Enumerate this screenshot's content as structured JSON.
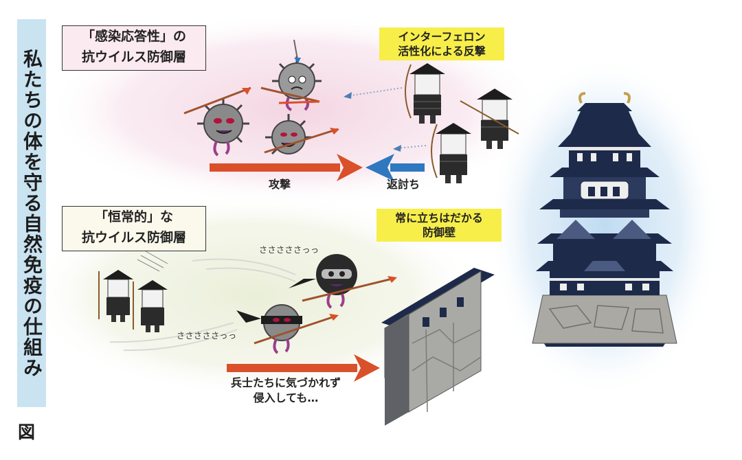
{
  "side_title": "私たちの体を守る自然免疫の仕組み",
  "figure_label": "図",
  "top_section": {
    "heading_line1": "「感染応答性」の",
    "heading_line2": "抗ウイルス防御層",
    "callout_line1": "インターフェロン",
    "callout_line2": "活性化による反撃",
    "attack_label": "攻撃",
    "counter_label": "返討ち"
  },
  "bottom_section": {
    "heading_line1": "「恒常的」な",
    "heading_line2": "抗ウイルス防御層",
    "callout_line1": "常に立ちはだかる",
    "callout_line2": "防御壁",
    "sneak_sfx_1": "さささささっっ",
    "sneak_sfx_2": "さささささっっ",
    "caption_line1": "兵士たちに気づかれず",
    "caption_line2": "侵入しても…"
  },
  "colors": {
    "attack_arrow": "#d9502a",
    "counter_arrow": "#2e78c0",
    "side_band": "#c9e3f1",
    "pink_zone": "#f6dde7",
    "green_zone": "#eef2df",
    "callout_yellow": "#f7ee4a",
    "castle_roof": "#1e2a4a"
  },
  "icons": {
    "soldiers": "samurai-soldier-icon",
    "viruses": "virus-icon",
    "ninja_virus": "ninja-virus-icon",
    "castle": "castle-icon",
    "wall": "stone-wall-icon"
  }
}
